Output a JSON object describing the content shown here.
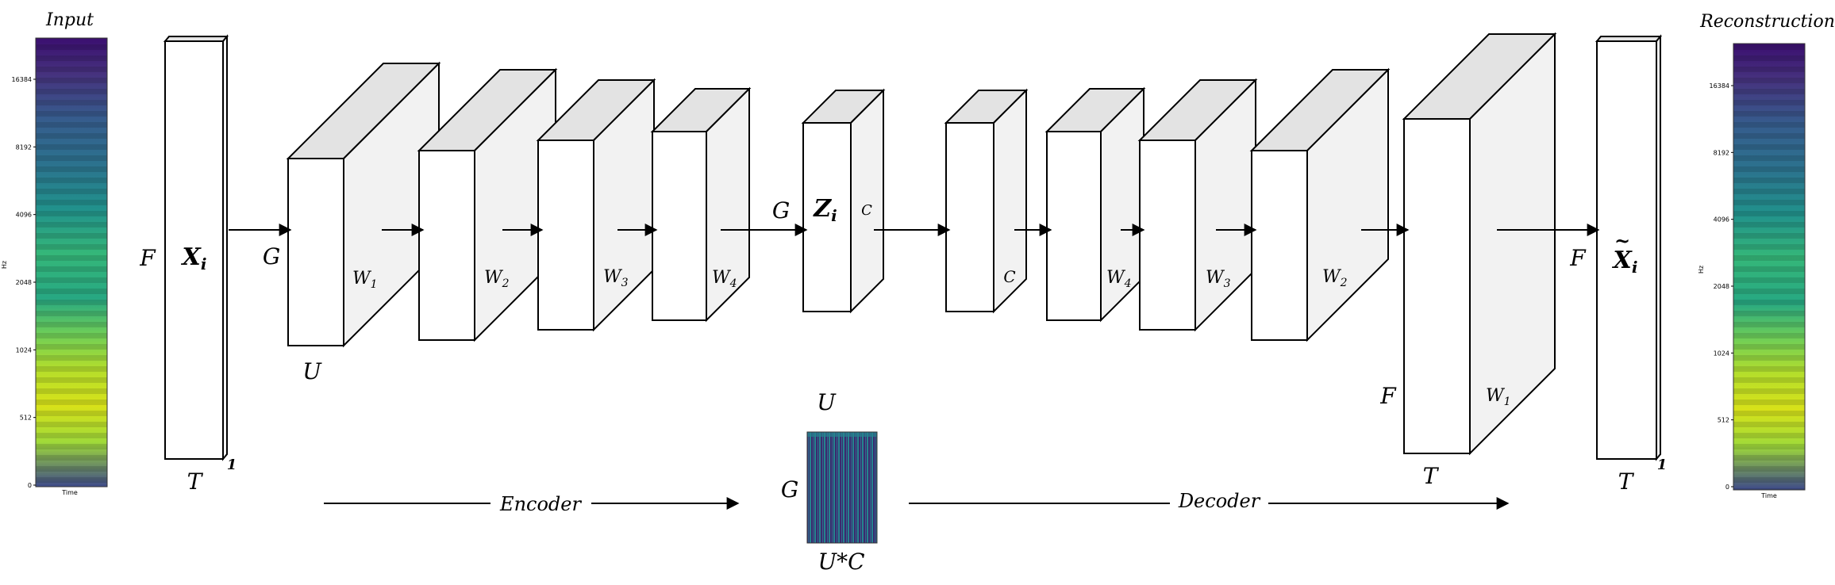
{
  "panels": {
    "input_title": "Input",
    "reconstruction_title": "Reconstruction",
    "spectrogram_yticks": [
      "16384",
      "8192",
      "4096",
      "2048",
      "1024",
      "512",
      "0"
    ],
    "spectrogram_xlabel": "Time",
    "spectrogram_ylabel": "Hz"
  },
  "input_block": {
    "label": "X",
    "sub": "i",
    "height_dim": "F",
    "width_dim": "T",
    "depth_dim": "1"
  },
  "encoder": {
    "input_channels": "G",
    "blocks": [
      {
        "depth_label": "W",
        "depth_sub": "1",
        "bottom_label": "U"
      },
      {
        "depth_label": "W",
        "depth_sub": "2"
      },
      {
        "depth_label": "W",
        "depth_sub": "3"
      },
      {
        "depth_label": "W",
        "depth_sub": "4"
      }
    ],
    "label": "Encoder"
  },
  "latent": {
    "label": "Z",
    "sub": "i",
    "left_label": "G",
    "depth_label": "C"
  },
  "decoder": {
    "blocks": [
      {
        "depth_label": "C"
      },
      {
        "depth_label": "W",
        "depth_sub": "4"
      },
      {
        "depth_label": "W",
        "depth_sub": "3"
      },
      {
        "depth_label": "W",
        "depth_sub": "2"
      },
      {
        "depth_label": "W",
        "depth_sub": "1",
        "left_label": "F",
        "bottom_label": "T"
      }
    ],
    "label": "Decoder"
  },
  "output_block": {
    "label": "X",
    "sub": "i",
    "tilde": "~",
    "height_dim": "F",
    "width_dim": "T",
    "depth_dim": "1"
  },
  "code_matrix": {
    "top_label": "U",
    "left_label": "G",
    "bottom_label": "U*C"
  },
  "colors": {
    "stroke": "#000000",
    "front": "#ffffff",
    "side": "#f2f2f2",
    "top": "#e3e3e3"
  }
}
